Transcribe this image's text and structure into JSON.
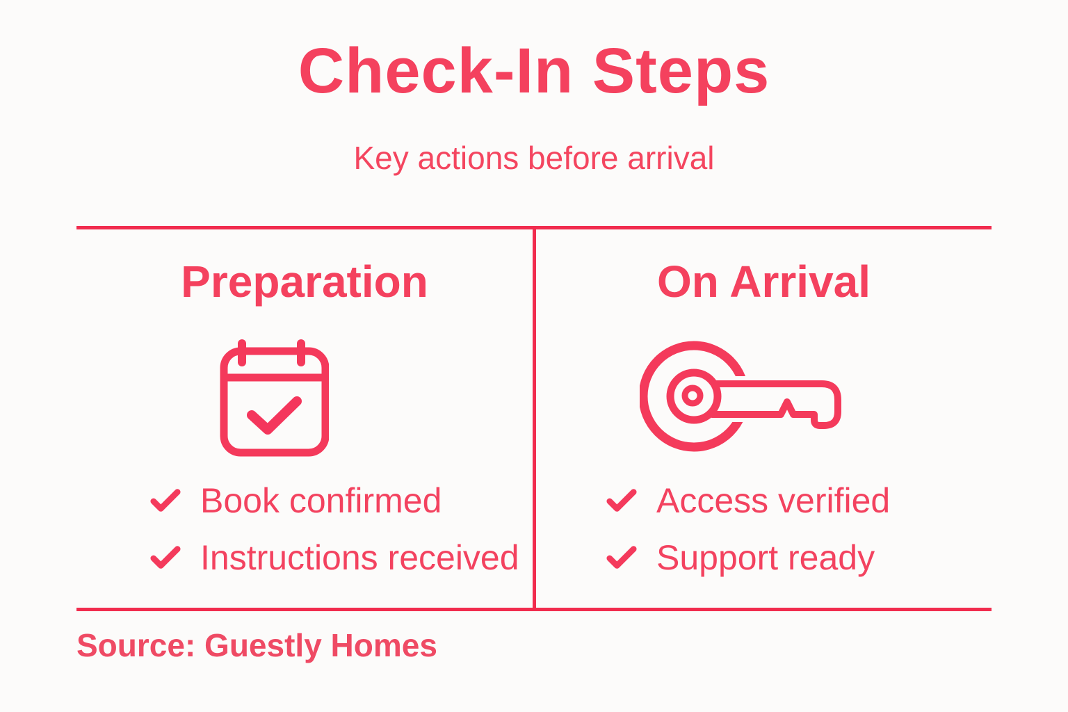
{
  "page": {
    "title": "Check-In Steps",
    "subtitle": "Key actions before arrival",
    "source": "Source: Guestly Homes"
  },
  "colors": {
    "accent_text": "#F4415E",
    "rule_line": "#F12C4E",
    "background": "#FCFBFA"
  },
  "columns": [
    {
      "heading": "Preparation",
      "icon": "calendar-check-icon",
      "items": [
        {
          "icon": "checkmark-icon",
          "label": "Book confirmed"
        },
        {
          "icon": "checkmark-icon",
          "label": "Instructions received"
        }
      ]
    },
    {
      "heading": "On Arrival",
      "icon": "key-icon",
      "items": [
        {
          "icon": "checkmark-icon",
          "label": "Access verified"
        },
        {
          "icon": "checkmark-icon",
          "label": "Support ready"
        }
      ]
    }
  ]
}
